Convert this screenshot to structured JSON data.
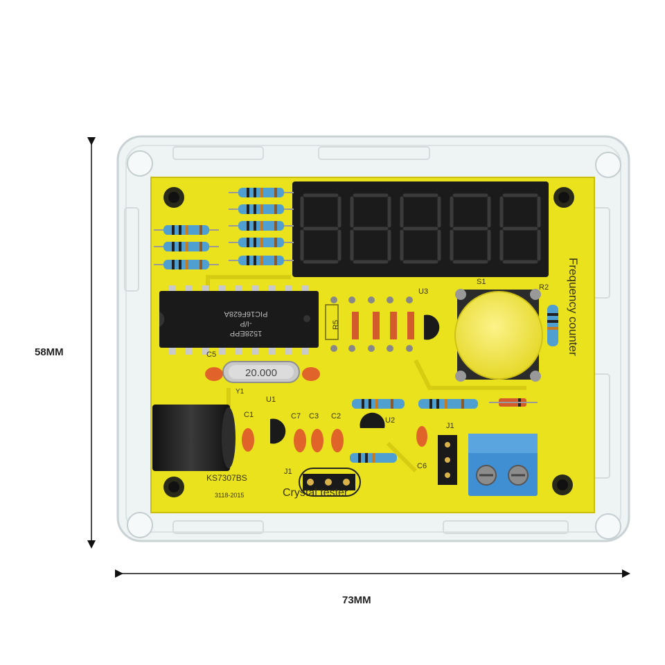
{
  "dimensions": {
    "height_label": "58MM",
    "width_label": "73MM"
  },
  "board": {
    "title": "Frequency counter",
    "crystal_label": "20.000",
    "crystal_ref": "Y1",
    "chip_line1": "PIC16F628A",
    "chip_line2": "-I/P",
    "chip_line3": "1528EPP",
    "kit_code": "KS7307BS",
    "date_code": "3118-2015",
    "tester_text": "Crystal tester",
    "refs": {
      "u1": "U1",
      "u2": "U2",
      "u3": "U3",
      "s1": "S1",
      "r2": "R2",
      "r5": "R5",
      "c1": "C1",
      "c2": "C2",
      "c3": "C3",
      "c5": "C5",
      "c6": "C6",
      "c7": "C7",
      "j1": "J1",
      "jp": "J1"
    }
  },
  "colors": {
    "pcb": "#e9e21c",
    "pcb_dark": "#cfc30f",
    "acrylic": "#eef3f4",
    "display": "#1b1b1b",
    "button": "#f3ea4a",
    "terminal": "#3f8fd2",
    "capacitor": "#e0642a",
    "resistor": "#4f9fd0"
  },
  "icons": {
    "height_arrow": "vertical-dimension-arrow",
    "width_arrow": "horizontal-dimension-arrow"
  }
}
